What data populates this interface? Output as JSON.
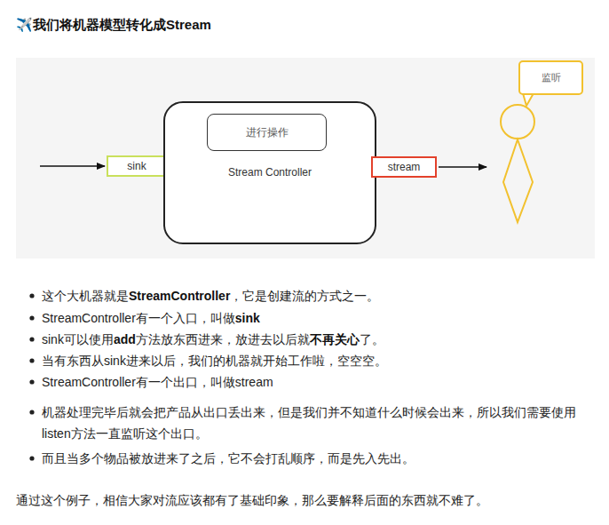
{
  "diagram": {
    "title": "✈️我们将机器模型转化成Stream",
    "nodes": [
      {
        "text": [
          "sink"
        ]
      },
      {
        "text": [
          "Stream Controller"
        ]
      },
      {
        "text": [
          "进行操作"
        ],
        "in": 1
      },
      {
        "text": [
          "stream"
        ]
      },
      {
        "text": [
          "监听"
        ]
      }
    ],
    "labels": [
      "这个大机器就是",
      "StreamController",
      "，它是创建流的方式之一。",
      "StreamController有一个入口，叫做",
      "sink",
      "sink可以使用",
      "add",
      "方法放东西进来，放进去以后就",
      "不再关心",
      "了。",
      "当有东西从sink进来以后，我们的机器就开始工作啦，空空空。",
      "StreamController有一个出口，叫做stream",
      "机器处理完毕后就会把产品从出口丢出来，但是我们并不知道什么时候会出来，所以我们需要使用listen方法一直监听这个出口。",
      "而且当多个物品被放进来了之后，它不会打乱顺序，而是先入先出。",
      "通过这个例子，相信大家对流应该都有了基础印象，那么要解释后面的东西就不难了。"
    ]
  }
}
